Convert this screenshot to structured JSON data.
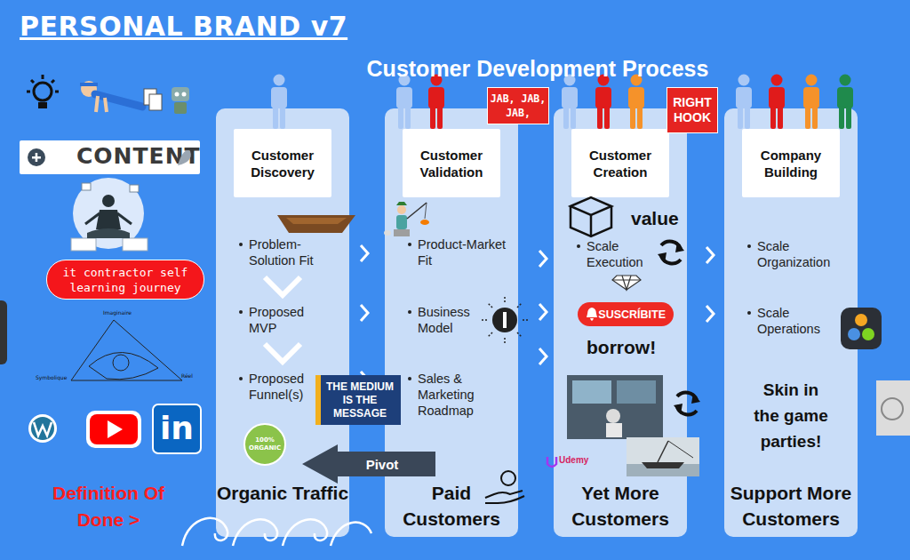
{
  "diagram": {
    "title": "PERSONAL BRAND v7",
    "nodes": [
      {
        "text": [
          "CONTENT"
        ]
      },
      {
        "text": [
          "it contractor self learning journey"
        ]
      },
      {
        "text": [
          "Problem-Solution Fit",
          "Proposed MVP",
          "Proposed Funnel(s)",
          "Organic Traffic"
        ]
      },
      {
        "text": [
          "Customer Discovery"
        ],
        "in": 2
      },
      {
        "text": [
          "Product-Market Fit",
          "Business Model",
          "Sales & Marketing Roadmap",
          "Paid Customers"
        ]
      },
      {
        "text": [
          "Customer Validation"
        ],
        "in": 4
      },
      {
        "text": [
          "JAB, JAB, JAB,"
        ]
      },
      {
        "text": [
          "value",
          "Scale Execution",
          "borrow!",
          "Yet More Customers"
        ]
      },
      {
        "text": [
          "Customer Creation"
        ],
        "in": 7
      },
      {
        "text": [
          "SUSCRÍBITE"
        ],
        "in": 7
      },
      {
        "text": [
          "RIGHT HOOK"
        ]
      },
      {
        "text": [
          "Scale Organization",
          "Scale Operations",
          "Skin in the game parties!",
          "Support More Customers"
        ]
      },
      {
        "text": [
          "Company Building"
        ],
        "in": 11
      },
      {
        "text": [
          "Pivot"
        ]
      }
    ],
    "labels": [
      "Customer Development Process",
      "Imaginaire",
      "Symbolique",
      "Réel",
      "THE MEDIUM IS THE MESSAGE",
      "100% ORGANIC",
      "in",
      "Udemy",
      "Definition Of Done >"
    ]
  }
}
